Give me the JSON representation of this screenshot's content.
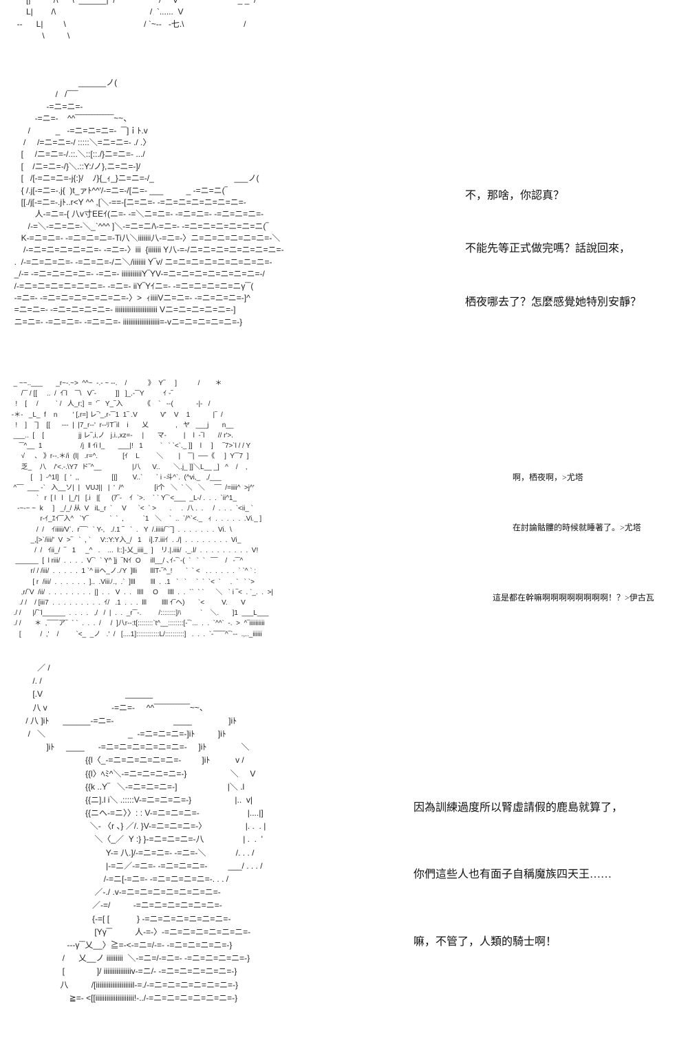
{
  "panel_top": {
    "art": [
      "      [|          /\\      \\  ______|  /                   /     V                          _ _  /",
      "      L|        /\\                                         /  `......  V",
      "  --      L|         \\                                  / `~--   -七.\\                          /",
      "             \\          \\"
    ]
  },
  "panel1": {
    "art": [
      "                              ______ノ(",
      "                    /   /‾‾‾‾",
      "                -=ニ=ニ=-",
      "           -=ニ=-    ^^‾‾‾‾‾‾‾‾‾‾‾‾‾‾~~、",
      "        /           _   -=ニ=ニ=ニ=-  ‾‾]ｉﾄ.v",
      "      /     /=ニ=ニ=-/ :::::＼=ニ=ニ=- ./ .〉",
      "     [     /ニ=ニ=-/.::.＼::[::./}ニ=ニ=- .../",
      "     [    /ニ=ニ=-/}＼.::Y:/ノ},ニ=ニ=-]/",
      "     [   /[-=ニ=ニ=-j{:}/    ﾉ}{_ｨ_}ニ=ニ=-/_                                   ___ノ(",
      "     { /.j[-=ニ=-.j{  )t_ァﾄ^^'/-=ニ=-/[ニ=- ___          _ -=ニ=ニ(‾",
      "     [[./j[-=ニ=-.jﾄ..r<Y ^^ ,[＼-==-[ニ=ニ=- -=ニ=ニ=ニ=ニ=ニ=ニ=-",
      "           人-=ニ=-{ 八v寸EEｲ(ニ=- -=＼ニ=ニ=- -=ニ=ニ=- -=ニ=ニ=ニ=-",
      "        /-=＼-=ニ=ニ=-＼_`^^^ ]＼-=ニ=ニ/\\-=ニ=- -=ニ=ニ=ニ=ニ=ニ=ニ(‾",
      "     K-=ニ=ニ=- -=ニ=ニ=ニ=-Ti八＼iiiiiii八-=ニ=-〉ニ=ニ=ニ=ニ=ニ=ニ=-＼",
      "      /-=ニ=ニ=ニ=ニ=ニ=- -=ニ=-〉iii  {iiiiiii Y八-=-/ニ=ニ=ニ=ニ=ニ=ニ=ニ=-",
      "  .  /-=ニ=ニ=ニ=- -=ニ=ニ=-/ニ＼/iiiiiii Y‾v/ ニ=ニ=ニ=ニ=ニ=ニ=ニ=ニ=-",
      "  _/-= -=ニ=ニ=ニ=ニ=- -=ニ=- iiiiiiiiiiiY‾YV-=ニ=ニ=ニ=ニ=ニ=ニ=ニ=-/",
      "  /-=ニ=ニ=ニ=ニ=ニ=ニ=- -=ニ=- iiY‾Yｲニ=- -=ニ=ニ=ニ=ニ=ニγ‾‾(",
      "  -=ニ=- -=ニ=ニ=ニ=ニ=ニ=ニ=-〉>  ｨiiiiVニ=ニ=- -=ニ=ニ=ニ=-]^",
      "  =ニ=ニ=- -=ニ=ニ=ニ=ニ=- iiiiiiiiiiiiiiiiiiiiiii Vニ=ニ=ニ=ニ=ニ=-]",
      "  ニ=ニ=- -=ニ=ニ=- -=ニ=ニ=- iiiiiiiiiiiiiiiiiiii=-vニ=ニ=ニ=ニ=ニ=-}"
    ],
    "dialogue": [
      "不，那啥，你認真？",
      "不能先等正式做完嗎？話說回來，",
      "栖夜哪去了？怎麼感覺她特別安靜？"
    ]
  },
  "panel2": {
    "art": [
      "  _ ~~..___       _r~-.~>  ^^~  -.- ~ --.    /           》  Y‾     ]           /        ＊",
      "      /‾‾ / [[     ..  /  ｲ‾l    ‾‾\\   V‾-          ]]   ]_.-‾‾Y          ｲ -‾",
      "   !    [     /         ` /   人_r;]  =  '‾   Y_‾入           《    `   --(            -|-   /",
      " -＊-   _L_  f    n        ' [,r=] レ‾'_,r-‾‾1  1‾ .V            V'    V    1            |‾  /",
      "   !    ]    ‾]    [[      ---  |  |7_r--'  r--ﾘT‾il    i       乂              ,   ヤ   ___j       n__",
      "  ___..  [    [                  jj レ‾,i,ノ   j.i.,xz=-     |       マ-         |    l  -‾l       // r'>.",
      "     ‾‾^__  1                    /j  ‖ ｲi l_       ___|!   1         `   ` `<`._ ]]    l     ]     ‾7>`l / / Y",
      "      √     、 》r--.＊/i  (l|   .r=^.             [ｲ    L         ＼        |    ‾‾|  ──《     ]  Y‾‾7  ]",
      "      乏_    八    /'<.-.\\Y7  ド‾^__                |八      V..       ＼.j_ ]]＼L__ _]   ^    /    ,",
      "           [    ]  -^1l]   [  '  ,,                 [|]        V..`       ` i -斗^`.  (^vi,_   ,/___",
      "  ^‾‾‾  ___ -`   入__ソ|  |   VUJ||   |  '  /^                [i个   ＼  ` ＼   ＼     ‾‾‾  /=iiii^  >j^'",
      "              `   r  [ l   l   |_/'|   [.i   |[      (ｱ‾-    ｲ  `>.    ` ` Y‾`<___  _L-/ .  .  .  `ii^1_",
      "    -~-~ ~  k     ]   _/_/ 从  V   iL_r  `     V      `<  ` >       .     .  八 .  .     /  .  .  .  `<ii_ `",
      "                r-ｲ_ｴｲ‾‾入^   `Y‾           `  `  ,          `1   ＼    `  ..  `/^`<._   ｨ  .  .  .  .  .  .Vi._ ]",
      "              /  /    ｲiiiii/V`.  r‾‾‾`  ` Y-,   ./.1 ‾   `  .   Y  /.iiiii/‾`‾]  .  .  .  .  .  .  .  Vi.  \\",
      "           _,[>`/iii/'  V  >‾   `  , `     V::Y:Y入_/   1    i].7.iiiｲ  . ./|  .  .  .  .  .  .  .  .  Vi_",
      "             /  /   ｲii_/  ‾   1     _^   .    ...  l::]-乂_iiii_  ]    リ.|.iiii/  ._.l/  .  .  .  .  .  .  .  .  .  V!",
      "   ______  [  l riii/  .  .  .  .  V‾`  ` Y^ ]j  ‾Nｲ  O     ill__/ ､ｲ-‾`-(  `   `  `   ‾‾‾    /   -‾‾^",
      "           r/ / /iii/  .  .  .  .  .  1 `^ iiiヘ_ノ.ﾉY  ]lli       lllT-‾^_!       `  ` <   . .  .  .  .  .  ` `^ ` :",
      "            [ r  /iii/  .  .  .  .  .  .  ]..  .Viiiﾉ.,  .`  ]lll        lll  .  .1   `   `     `  `  `<  `     .  `   ` `>",
      "      ,r/‾V  /ii/  .  .  .  .  .  .  .  .  |]  .  .   V  .  .   llll     O     llll  .  .  ``  ` `      ＼   ` i ‾<  . `_.  .  >|",
      "     ./ /    / [iii7  .  .  .  .  .  .  .  .  .  ｲ/   .1  .  .  .  lll        llll ｲ‾ヘ)       `<         V.       V",
      "  ./ /      |/‾¨l______  .  .  .  .   ,/   /  |  .  .  _r‾‾-.         /::::::::]ﾊ          `    ＼.       ]1  ___L___",
      "  ./ /       ＊  ,‾‾‾‾‾ア‾  ` `  .  .  .  /     /  ]八r--:t[::::::::`t^__::::::::[-‾`...  .  .  `^^`  -.  >  ^‾iiiiiiiiii",
      "     [          /  ,'    /         `<_  _ノ   .'  /   [....1]::::::::::::L/::::::::::]   .  .  .  `-‾‾‾‾‾^‾`--  .,.._iiiiii"
    ],
    "dialogue": [
      "啊，栖夜啊，>尤塔",
      "在討論骷髏的時候就睡著了。>尤塔",
      "這是都在幹嘛啊啊啊啊啊啊啊啊！？>伊古瓦"
    ]
  },
  "panel3": {
    "art": [
      "            ／ /",
      "          /. /",
      "          [.V                                    ______",
      "          八 v                            -=ニ=-     ^^‾‾‾‾‾‾‾‾‾‾‾‾‾~~、",
      "       / 八 ]iﾄ      ______-=ニ=-                          ____                ]iﾄ",
      "        /   ＼                                    _  -=ニ=ニ=ニ=-]iﾄ          ]iﾄ",
      "                ]iﾄ     ____      -=ニ=ニ=ニ=ニ=ニ=ニ=-     ]iﾄ               ＼",
      "                                 {{l〈_-=ニ=ニ=ニ=ニ=ニ=-         ]iﾄ           v /",
      "                                 {{l〉ﾍﾐ^＼-=ニ=ニ=ニ=ニ=-}                   ＼     V",
      "                                 {{k ..Y‾   ＼-=ニ=ニ=ニ=-]                      |＼ .l",
      "                                 {{ニ].l i＼ .:::::V-=ニ=ニ=ニ=-}                   |..  v|",
      "                                 {{ニへ-=ニ〉〉: : V-=ニ=ニ=ニ=-                     |....|]",
      "                                   ＼- 〈r 、} ／/. }V-=ニ=ニ=ニ=-〉                 |. .  . |",
      "                                     ＼〈_／  Y :} }-=ニ=ニ=ニ=-八                 | .  .  '",
      "                                          Y-= 八.]/-=ニ=ニ=- -=ニ=-＼             /. . . /",
      "                                          |-=ニ／-=ニ=- -=ニ=ニ=ニ=-         ___/ . . . /",
      "                                         /-=ニ[-=ニ=- -=ニ=ニ=ニ=ニ=-. . . /",
      "                                     ／-./ .v-=ニ=ニ=ニ=ニ=ニ=ニ=ニ=-",
      "                                    ／-=/          -=ニ=ニ=ニ=ニ=ニ=ニ=-",
      "                                    {-=[ [            } -=ニ=ニ=ニ=ニ=ニ=ニ=-",
      "                                     [Yγ‾‾          人-=-〉-=ニ=ニ=ニ=ニ=ニ=ニ=-",
      "                         ---γ‾‾乂__〉≧=-<-=ニ=/-=- -=ニ=ニ=ニ=ニ=-}",
      "                       /      乂__ノ iiiiiiiii  ＼-=ニ=/-=ニ=- -=ニ=ニ=ニ=ニ=-}",
      "                       [              ]/ iiiiiiiiiiiiiiiv-=ニ/- -=ニ=ニ=ニ=ニ=ニ=-}",
      "                      八          /[iiiiiiiiiiiiiiiiiiiil-=./-=ニ=ニ=ニ=ニ=ニ=ニ=-}",
      "                          ≧=- <[[iiiiiiiiiiiiiiiiiiiii!-../-=ニ=ニ=ニ=ニ=ニ=ニ=-}"
    ],
    "dialogue": [
      "因為訓練過度所以腎虛請假的鹿島就算了，",
      "你們這些人也有面子自稱魔族四天王……",
      "嘛，不管了，人類的騎士啊！"
    ]
  }
}
